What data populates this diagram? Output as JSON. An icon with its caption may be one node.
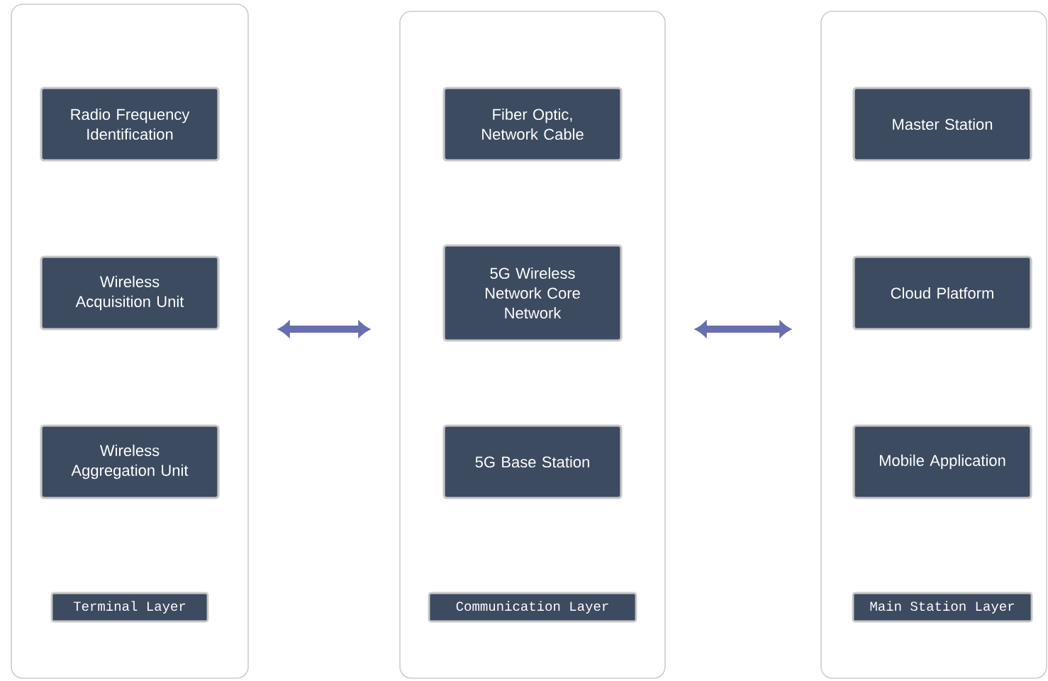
{
  "diagram": {
    "nodes": [
      {
        "text": [],
        "shape": "box"
      },
      {
        "text": [
          "Radio Frequency Identification"
        ],
        "in": 0
      },
      {
        "text": [
          "Wireless Acquisition Unit"
        ],
        "in": 0
      },
      {
        "text": [
          "Wireless Aggregation Unit"
        ],
        "in": 0
      },
      {
        "text": [
          "Terminal Layer"
        ],
        "in": 0
      },
      {
        "text": [],
        "shape": "box"
      },
      {
        "text": [
          "Fiber Optic, Network Cable"
        ],
        "in": 5
      },
      {
        "text": [
          "5G Wireless Network Core Network"
        ],
        "in": 5
      },
      {
        "text": [
          "5G Base Station"
        ],
        "in": 5
      },
      {
        "text": [
          "Communication Layer"
        ],
        "in": 5
      },
      {
        "text": [],
        "shape": "box"
      },
      {
        "text": [
          "Master Station"
        ],
        "in": 10
      },
      {
        "text": [
          "Cloud Platform"
        ],
        "in": 10
      },
      {
        "text": [
          "Mobile Application"
        ],
        "in": 10
      },
      {
        "text": [
          "Main Station Layer"
        ],
        "in": 10
      }
    ],
    "edges": [
      {
        "from": 0,
        "to": 5,
        "arrow": "both"
      },
      {
        "from": 5,
        "to": 10,
        "arrow": "both"
      }
    ]
  }
}
